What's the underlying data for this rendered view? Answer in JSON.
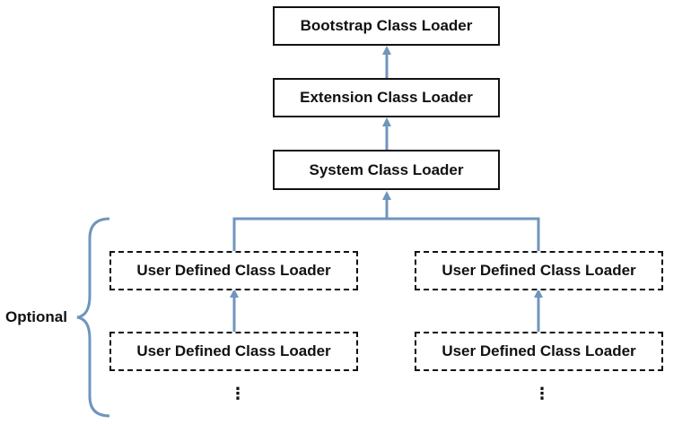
{
  "nodes": {
    "bootstrap": "Bootstrap Class Loader",
    "extension": "Extension Class Loader",
    "system": "System Class Loader",
    "user_left_top": "User Defined Class Loader",
    "user_left_bottom": "User Defined Class Loader",
    "user_right_top": "User Defined Class Loader",
    "user_right_bottom": "User Defined Class Loader"
  },
  "ellipsis": "⋮",
  "optional_label": "Optional",
  "colors": {
    "connector": "#6f95bd",
    "border": "#111111",
    "text": "#111111"
  }
}
